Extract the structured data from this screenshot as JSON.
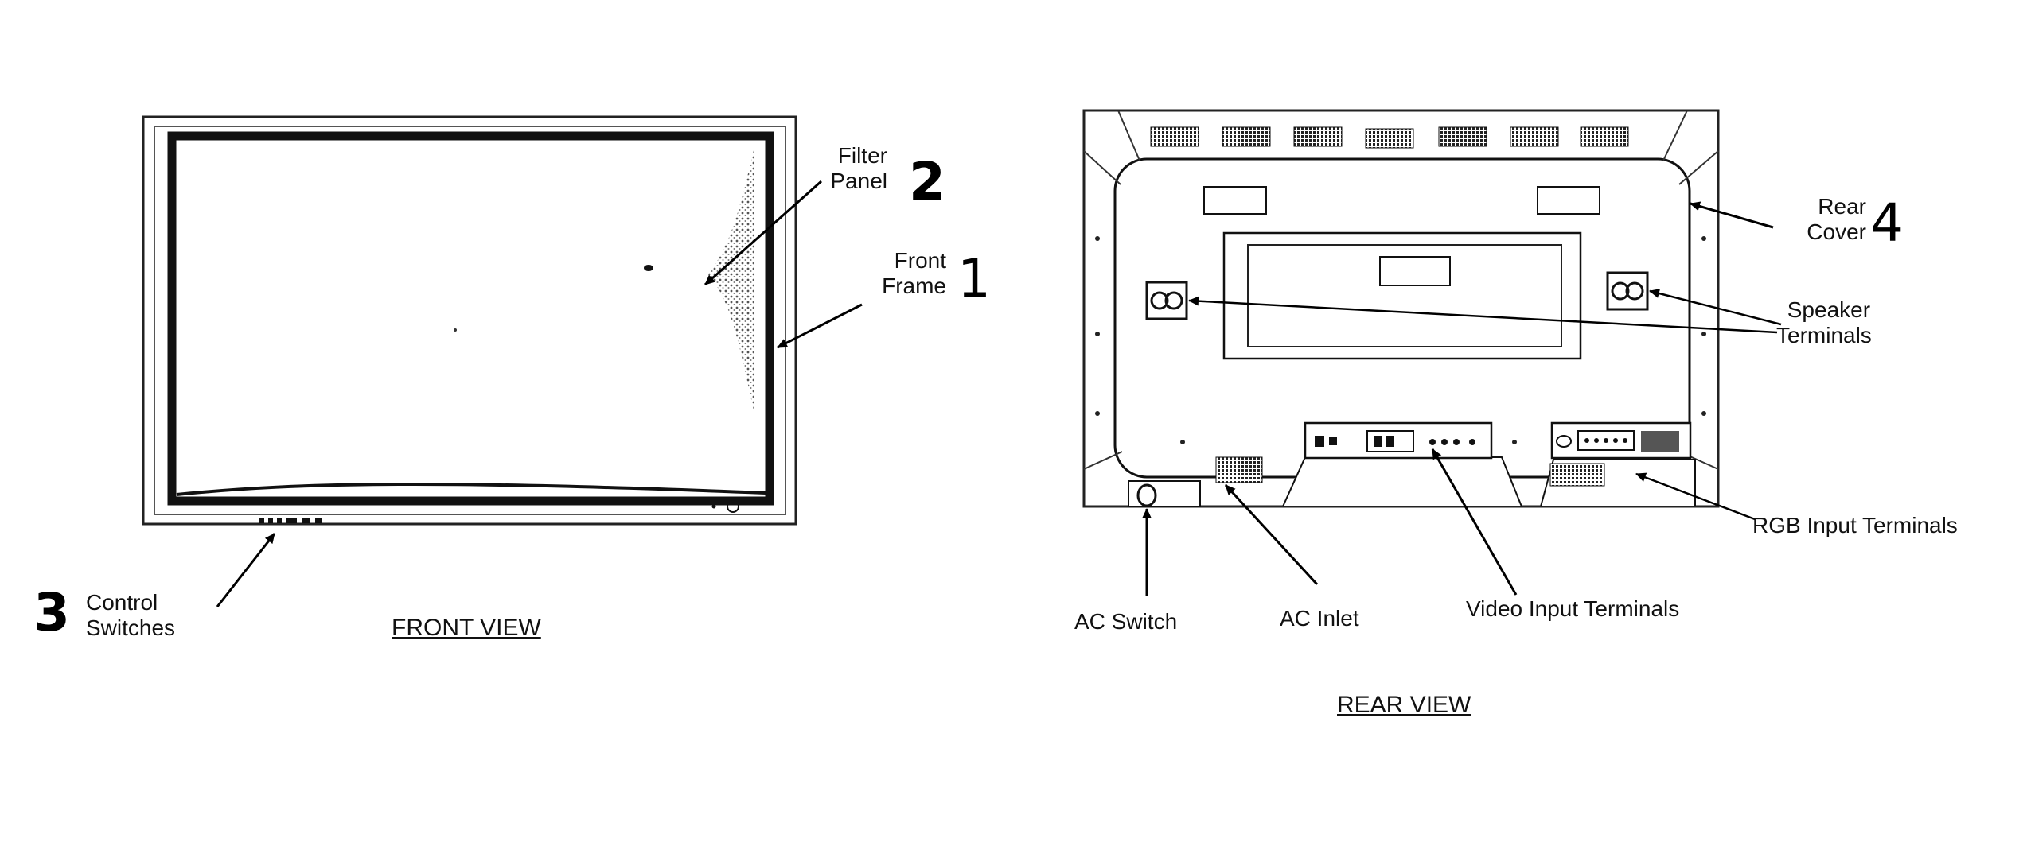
{
  "front_view": {
    "caption": "FRONT VIEW",
    "labels": {
      "filter_panel": [
        "Filter",
        "Panel"
      ],
      "front_frame": [
        "Front",
        "Frame"
      ],
      "control_switches": [
        "Control",
        "Switches"
      ]
    },
    "numbers": {
      "filter_panel": "2",
      "front_frame": "1",
      "control_switches": "3"
    }
  },
  "rear_view": {
    "caption": "REAR VIEW",
    "labels": {
      "rear_cover": [
        "Rear",
        "Cover"
      ],
      "speaker_terminals": [
        "Speaker",
        "Terminals"
      ],
      "rgb_input_terminals": "RGB Input Terminals",
      "ac_switch": "AC Switch",
      "ac_inlet": "AC Inlet",
      "video_input_terminals": "Video Input Terminals"
    },
    "numbers": {
      "rear_cover": "4"
    }
  }
}
